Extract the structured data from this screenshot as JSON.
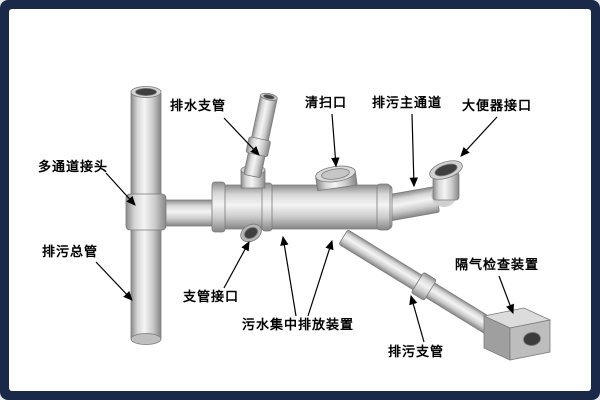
{
  "frame": {
    "border_color": "#1b2949",
    "canvas_color": "#ffffff"
  },
  "palette": {
    "pipe_highlight": "#f4f4f4",
    "pipe_mid": "#cccccc",
    "pipe_shadow": "#868686",
    "opening_dark": "#3f3f3f",
    "outline": "#7a7a7a",
    "label_color": "#000000",
    "arrow_color": "#000000"
  },
  "diagram": {
    "type": "labeled-parts-diagram",
    "labels": [
      {
        "id": "drain-branch-pipe",
        "text": "排水支管"
      },
      {
        "id": "cleanout-port",
        "text": "清扫口"
      },
      {
        "id": "main-sewage-channel",
        "text": "排污主通道"
      },
      {
        "id": "toilet-connector",
        "text": "大便器接口"
      },
      {
        "id": "multi-channel-joint",
        "text": "多通道接头"
      },
      {
        "id": "main-sewage-stack",
        "text": "排污总管"
      },
      {
        "id": "branch-pipe-connector",
        "text": "支管接口"
      },
      {
        "id": "central-discharge-device",
        "text": "污水集中排放装置"
      },
      {
        "id": "sewage-branch-pipe",
        "text": "排污支管"
      },
      {
        "id": "air-check-device",
        "text": "隔气检查装置"
      }
    ]
  }
}
